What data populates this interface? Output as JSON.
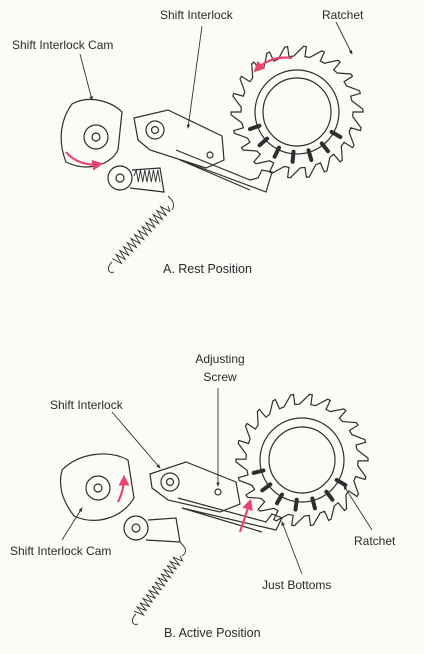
{
  "rest": {
    "label_cam": "Shift Interlock Cam",
    "label_interlock": "Shift Interlock",
    "label_ratchet": "Ratchet",
    "caption": "A.  Rest Position"
  },
  "active": {
    "label_adjusting_1": "Adjusting",
    "label_adjusting_2": "Screw",
    "label_interlock": "Shift Interlock",
    "label_ratchet": "Ratchet",
    "label_cam": "Shift Interlock Cam",
    "label_bottoms": "Just Bottoms",
    "caption": "B.  Active Position"
  },
  "colors": {
    "arrow": "#e8456e",
    "ink": "#2e2e2e",
    "paper": "#fbfbf8"
  }
}
